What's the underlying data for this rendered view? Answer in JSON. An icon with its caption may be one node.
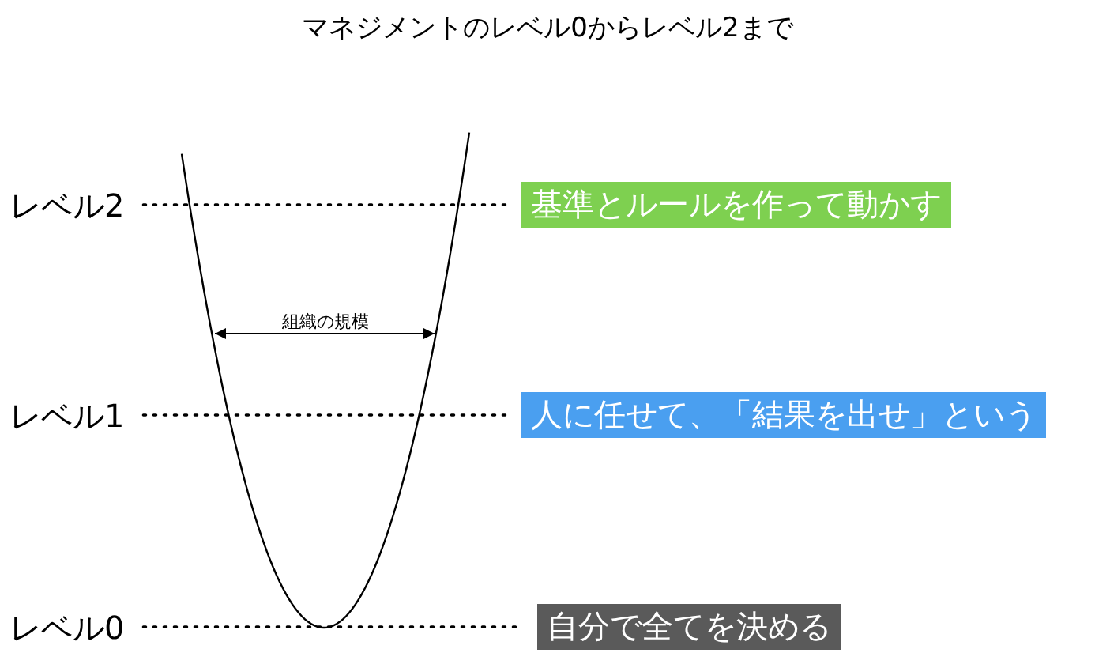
{
  "diagram": {
    "title": "マネジメントのレベル0からレベル2まで",
    "nodes": [
      {
        "text": [
          "レベル2"
        ]
      },
      {
        "text": [
          "基準とルールを作って動かす"
        ]
      },
      {
        "text": [
          "レベル1"
        ]
      },
      {
        "text": [
          "人に任せて、「結果を出せ」という"
        ]
      },
      {
        "text": [
          "レベル0"
        ]
      },
      {
        "text": [
          "自分で全てを決める"
        ]
      }
    ],
    "edges": [
      {
        "from": 0,
        "to": 1,
        "arrow": "none",
        "style": "dashed"
      },
      {
        "from": 2,
        "to": 3,
        "arrow": "none",
        "style": "dashed"
      },
      {
        "from": 4,
        "to": 5,
        "arrow": "none",
        "style": "dashed"
      }
    ],
    "labels": [
      "組織の規模"
    ]
  }
}
